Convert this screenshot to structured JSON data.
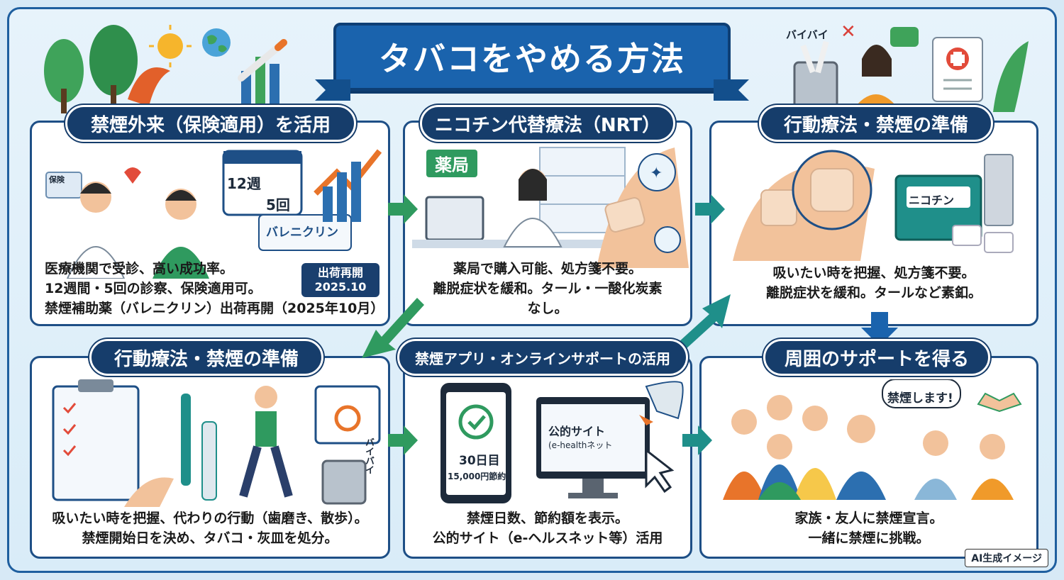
{
  "title": "タバコをやめる方法",
  "top_left_decor": {},
  "top_right_decor": {
    "bye": "バイバイ"
  },
  "panels": [
    {
      "heading": "禁煙外来（保険適用）を活用",
      "illus": {
        "insurance": "保険",
        "weeks": "12週",
        "visits": "5回",
        "drug": "バレニクリン"
      },
      "badge_line1": "出荷再開",
      "badge_line2": "2025.10",
      "lines": [
        "医療機関で受診、高い成功率。",
        "12週間・5回の診察、保険適用可。",
        "禁煙補助薬（バレニクリン）出荷再開（2025年10月）"
      ]
    },
    {
      "heading": "ニコチン代替療法（NRT）",
      "illus": {
        "pharmacy": "薬局"
      },
      "lines": [
        "薬局で購入可能、処方箋不要。",
        "離脱症状を緩和。タール・一酸化炭素",
        "なし。"
      ]
    },
    {
      "heading": "行動療法・禁煙の準備",
      "illus": {
        "gum": "ニコチン"
      },
      "lines": [
        "吸いたい時を把握、処方箋不要。",
        "離脱症状を緩和。タールなど素釦。"
      ]
    },
    {
      "heading": "行動療法・禁煙の準備",
      "illus": {
        "bye": "バイバイ"
      },
      "lines": [
        "吸いたい時を把握、代わりの行動（歯磨き、散歩）。",
        "禁煙開始日を決め、タバコ・灰皿を処分。"
      ]
    },
    {
      "heading": "禁煙アプリ・オンラインサポートの活用",
      "illus": {
        "days": "30日目",
        "saved": "15,000円節約",
        "site_title": "公的サイト",
        "site_sub": "(e-healthネット"
      },
      "lines": [
        "禁煙日数、節約額を表示。",
        "公的サイト（e-ヘルスネット等）活用"
      ]
    },
    {
      "heading": "周囲のサポートを得る",
      "illus": {
        "speech": "禁煙します!"
      },
      "lines": [
        "家族・友人に禁煙宣言。",
        "一緒に禁煙に挑戦。"
      ]
    }
  ],
  "ai_label": "AI生成イメージ",
  "colors": {
    "navy": "#163d6b",
    "blue": "#1a63ad",
    "green": "#2f9a5f",
    "teal": "#1f8f8a",
    "orange": "#e8742a"
  }
}
